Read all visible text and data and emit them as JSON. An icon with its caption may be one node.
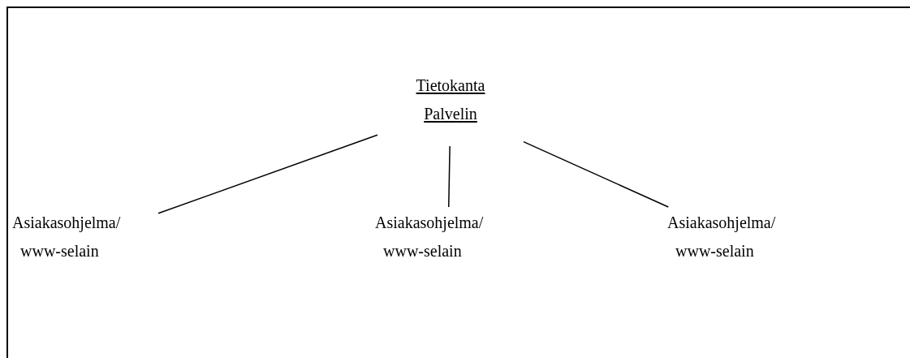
{
  "diagram": {
    "nodes": [
      {
        "text": [
          "Tietokanta",
          "Palvelin"
        ]
      },
      {
        "text": [
          "Asiakasohjelma/ www-selain"
        ]
      },
      {
        "text": [
          "Asiakasohjelma/ www-selain"
        ]
      },
      {
        "text": [
          "Asiakasohjelma/ www-selain"
        ]
      }
    ],
    "edges": [
      {
        "from": 0,
        "to": 1,
        "arrow": "none"
      },
      {
        "from": 0,
        "to": 2,
        "arrow": "none"
      },
      {
        "from": 0,
        "to": 3,
        "arrow": "none"
      }
    ]
  }
}
